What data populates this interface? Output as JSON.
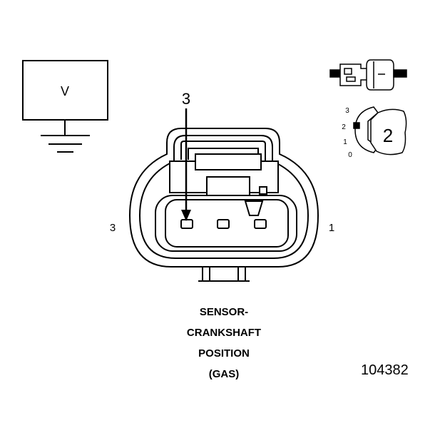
{
  "meter": {
    "label": "V"
  },
  "connector": {
    "probe_pin_label": "3",
    "left_cavity_label": "3",
    "right_cavity_label": "1",
    "caption": [
      "SENSOR-",
      "CRANKSHAFT",
      "POSITION",
      "(GAS)"
    ]
  },
  "selector_inset": {
    "scale_labels": [
      "3",
      "2",
      "1",
      "0"
    ],
    "selected_value": "2"
  },
  "figure_number": "104382"
}
